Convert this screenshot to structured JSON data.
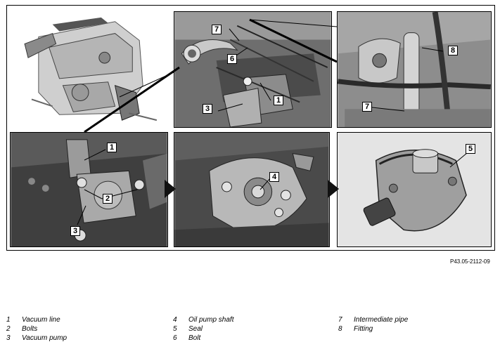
{
  "callouts": {
    "c1_top": "1",
    "c3_top": "3",
    "c6": "6",
    "c7_top": "7",
    "c7_right": "7",
    "c8": "8",
    "c1_left": "1",
    "c2": "2",
    "c3_left": "3",
    "c4": "4",
    "c5": "5"
  },
  "reference_code": "P43.05-2112-09",
  "legend": [
    {
      "num": "1",
      "label": "Vacuum line"
    },
    {
      "num": "2",
      "label": "Bolts"
    },
    {
      "num": "3",
      "label": "Vacuum pump"
    },
    {
      "num": "4",
      "label": "Oil pump shaft"
    },
    {
      "num": "5",
      "label": "Seal"
    },
    {
      "num": "6",
      "label": "Bolt"
    },
    {
      "num": "7",
      "label": "Intermediate pipe"
    },
    {
      "num": "8",
      "label": "Fitting"
    }
  ]
}
